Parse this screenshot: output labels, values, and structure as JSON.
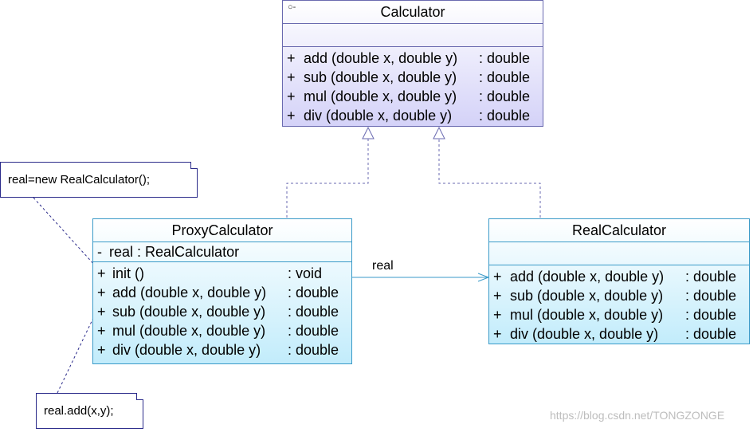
{
  "classes": {
    "calculator": {
      "name": "Calculator",
      "methods": [
        {
          "vis": "+",
          "sig": "add (double x, double y)",
          "ret": ": double"
        },
        {
          "vis": "+",
          "sig": "sub (double x, double y)",
          "ret": ": double"
        },
        {
          "vis": "+",
          "sig": "mul (double x, double y)",
          "ret": ": double"
        },
        {
          "vis": "+",
          "sig": "div (double x, double y)",
          "ret": ": double"
        }
      ]
    },
    "proxy": {
      "name": "ProxyCalculator",
      "attribute": {
        "vis": "-",
        "text": "real  : RealCalculator"
      },
      "methods": [
        {
          "vis": "+",
          "sig": "init ()",
          "ret": ": void"
        },
        {
          "vis": "+",
          "sig": "add (double x, double y)",
          "ret": ": double"
        },
        {
          "vis": "+",
          "sig": "sub (double x, double y)",
          "ret": ": double"
        },
        {
          "vis": "+",
          "sig": "mul (double x, double y)",
          "ret": ": double"
        },
        {
          "vis": "+",
          "sig": "div (double x, double y)",
          "ret": ": double"
        }
      ]
    },
    "real": {
      "name": "RealCalculator",
      "methods": [
        {
          "vis": "+",
          "sig": "add (double x, double y)",
          "ret": ": double"
        },
        {
          "vis": "+",
          "sig": "sub (double x, double y)",
          "ret": ": double"
        },
        {
          "vis": "+",
          "sig": "mul (double x, double y)",
          "ret": ": double"
        },
        {
          "vis": "+",
          "sig": "div (double x, double y)",
          "ret": ": double"
        }
      ]
    }
  },
  "association_label": "real",
  "notes": {
    "init": "real=new RealCalculator();",
    "add": "real.add(x,y);"
  },
  "watermark": "https://blog.csdn.net/TONGZONGE",
  "colors": {
    "interface_fill": "#d4d2f8",
    "class_fill": "#c2ecfb",
    "line": "#5a5aa8"
  }
}
